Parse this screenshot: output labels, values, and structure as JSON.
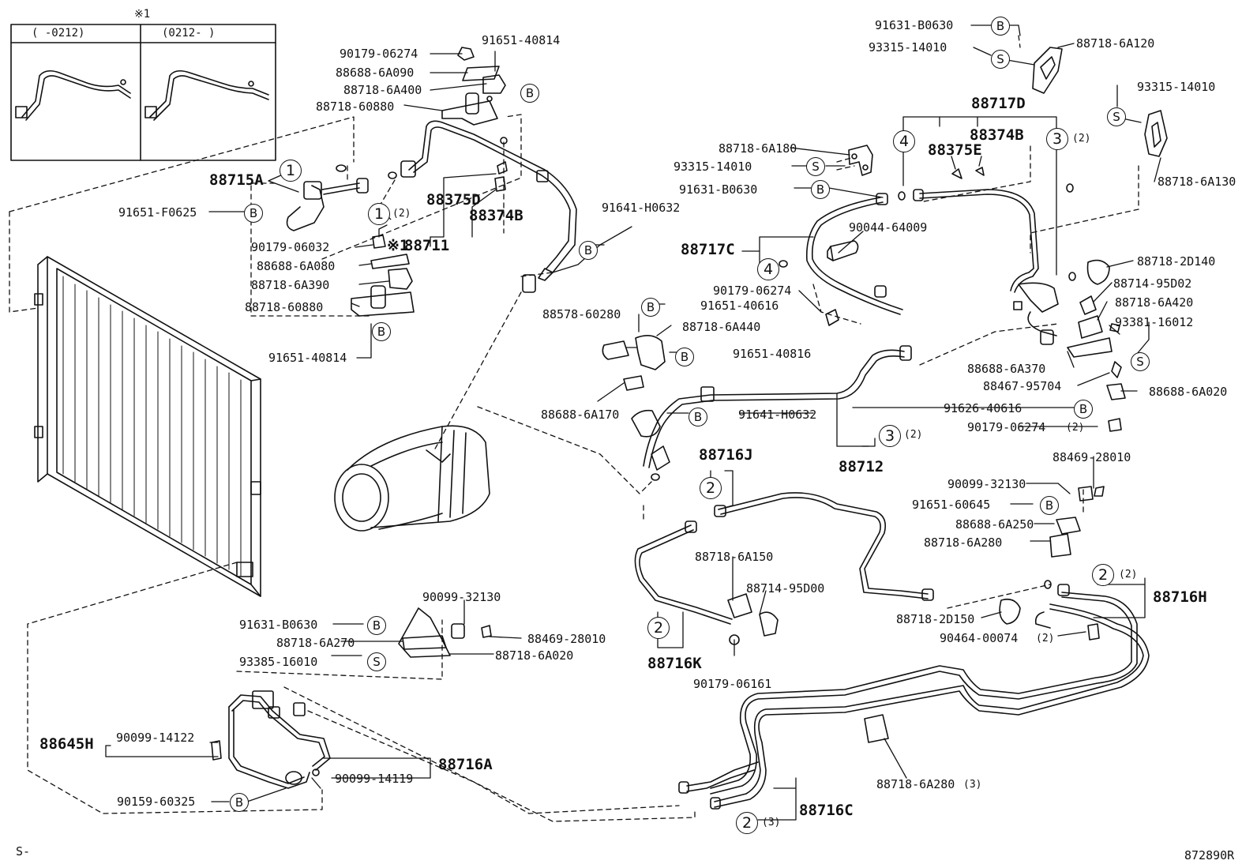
{
  "inset": {
    "mark": "※1",
    "left_header": "(     -0212)",
    "right_header": "(0212-      )"
  },
  "mark_1": "※1",
  "diagram_code": "872890R",
  "footer_left": "S-",
  "symbols": {
    "b": "B",
    "s": "S",
    "n1": "1",
    "n2": "2",
    "n3": "3",
    "n4": "4"
  },
  "qty": {
    "q2": "(2)",
    "q3": "(3)"
  },
  "parts": {
    "p90179_06274_a": "90179-06274",
    "p91651_40814_a": "91651-40814",
    "p88688_6A090": "88688-6A090",
    "p88718_6A400": "88718-6A400",
    "p88718_60880_a": "88718-60880",
    "p88715A": "88715A",
    "p91651_F0625": "91651-F0625",
    "p88375D": "88375D",
    "p88374B_a": "88374B",
    "p90179_06032": "90179-06032",
    "p88711": "88711",
    "p88688_6A080": "88688-6A080",
    "p88718_6A390": "88718-6A390",
    "p88718_60880_b": "88718-60880",
    "p91651_40814_b": "91651-40814",
    "p91641_H0632_a": "91641-H0632",
    "p91631_B0630_a": "91631-B0630",
    "p93315_14010_a": "93315-14010",
    "p88718_6A120": "88718-6A120",
    "p93315_14010_b": "93315-14010",
    "p88717D": "88717D",
    "p88374B_b": "88374B",
    "p88375E": "88375E",
    "p88718_6A130": "88718-6A130",
    "p88718_6A180": "88718-6A180",
    "p93315_14010_c": "93315-14010",
    "p91631_B0630_b": "91631-B0630",
    "p90044_64009": "90044-64009",
    "p88717C": "88717C",
    "p90179_06274_b": "90179-06274",
    "p88718_2D140": "88718-2D140",
    "p88714_95D02": "88714-95D02",
    "p88718_6A420": "88718-6A420",
    "p93381_16012": "93381-16012",
    "p88578_60280": "88578-60280",
    "p91651_40616": "91651-40616",
    "p88718_6A440": "88718-6A440",
    "p91651_40816": "91651-40816",
    "p88688_6A370": "88688-6A370",
    "p88467_95704": "88467-95704",
    "p88688_6A020": "88688-6A020",
    "p88688_6A170": "88688-6A170",
    "p91641_H0632_b": "91641-H0632",
    "p91626_40616": "91626-40616",
    "p90179_06274_c": "90179-06274",
    "p88712": "88712",
    "p88716J": "88716J",
    "p88469_28010_a": "88469-28010",
    "p90099_32130_a": "90099-32130",
    "p91651_60645": "91651-60645",
    "p88688_6A250": "88688-6A250",
    "p88718_6A280_a": "88718-6A280",
    "p88716H": "88716H",
    "p88718_6A150": "88718-6A150",
    "p88714_95D00": "88714-95D00",
    "p88718_2D150": "88718-2D150",
    "p90464_00074": "90464-00074",
    "p88716K": "88716K",
    "p90179_06161": "90179-06161",
    "p90099_32130_b": "90099-32130",
    "p91631_B0630_c": "91631-B0630",
    "p88469_28010_b": "88469-28010",
    "p88718_6A270": "88718-6A270",
    "p88718_6A020": "88718-6A020",
    "p93385_16010": "93385-16010",
    "p88645H": "88645H",
    "p90099_14122": "90099-14122",
    "p88716A": "88716A",
    "p90099_14119": "90099-14119",
    "p90159_60325": "90159-60325",
    "p88718_6A280_b": "88718-6A280",
    "p88716C": "88716C"
  }
}
